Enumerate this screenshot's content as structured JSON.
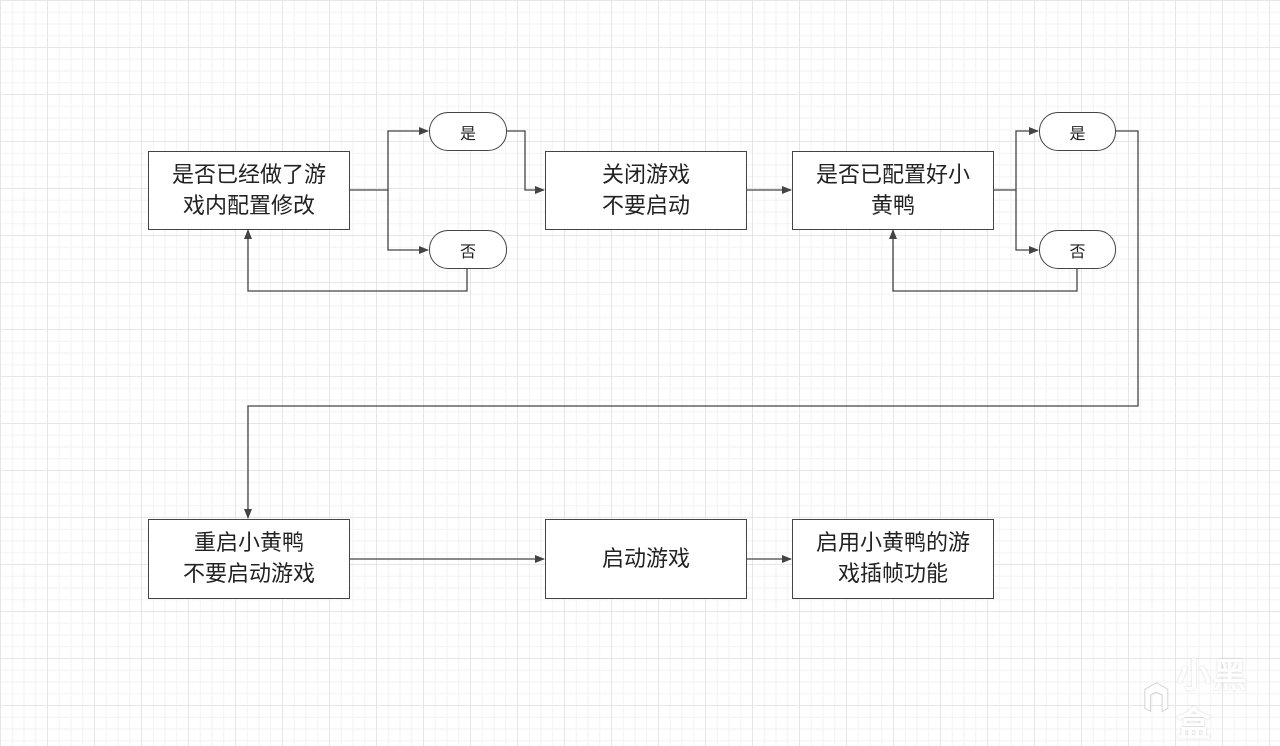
{
  "diagram": {
    "type": "flowchart",
    "nodes": {
      "q_ingame_config": {
        "lines": [
          "是否已经做了游",
          "戏内配置修改"
        ]
      },
      "q1_yes": {
        "label": "是"
      },
      "q1_no": {
        "label": "否"
      },
      "close_game": {
        "lines": [
          "关闭游戏",
          "不要启动"
        ]
      },
      "q_duck_config": {
        "lines": [
          "是否已配置好小",
          "黄鸭"
        ]
      },
      "q2_yes": {
        "label": "是"
      },
      "q2_no": {
        "label": "否"
      },
      "restart_duck": {
        "lines": [
          "重启小黄鸭",
          "不要启动游戏"
        ]
      },
      "start_game": {
        "lines": [
          "启动游戏"
        ]
      },
      "enable_interp": {
        "lines": [
          "启用小黄鸭的游",
          "戏插帧功能"
        ]
      }
    },
    "edges": [
      {
        "from": "q_ingame_config",
        "to": "q1_yes"
      },
      {
        "from": "q_ingame_config",
        "to": "q1_no"
      },
      {
        "from": "q1_yes",
        "to": "close_game"
      },
      {
        "from": "q1_no",
        "to": "q_ingame_config"
      },
      {
        "from": "close_game",
        "to": "q_duck_config"
      },
      {
        "from": "q_duck_config",
        "to": "q2_yes"
      },
      {
        "from": "q_duck_config",
        "to": "q2_no"
      },
      {
        "from": "q2_no",
        "to": "q_duck_config"
      },
      {
        "from": "q2_yes",
        "to": "restart_duck"
      },
      {
        "from": "restart_duck",
        "to": "start_game"
      },
      {
        "from": "start_game",
        "to": "enable_interp"
      }
    ],
    "colors": {
      "stroke": "#444444",
      "node_fill": "#ffffff",
      "grid": "#e6e6e6"
    }
  },
  "watermark": {
    "text": "小黑盒",
    "icon": "heybox-logo-icon"
  }
}
